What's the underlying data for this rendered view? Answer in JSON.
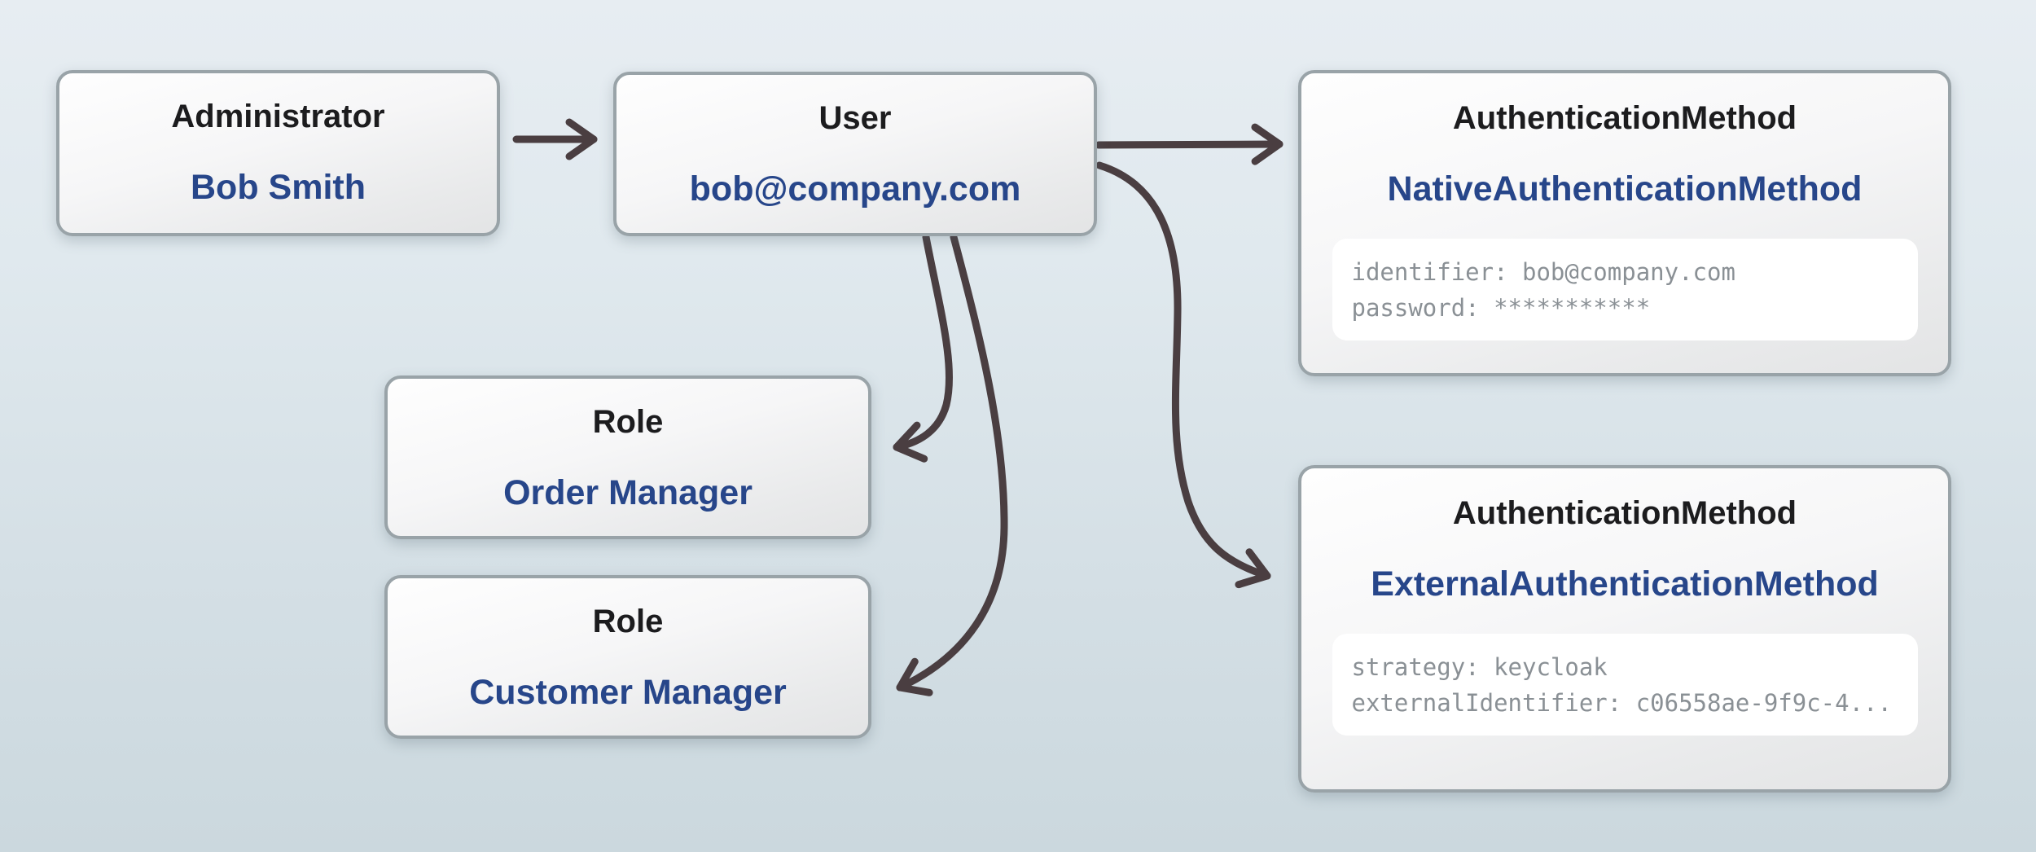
{
  "colors": {
    "background_top": "#e7edf2",
    "background_bottom": "#cbd8de",
    "node_border": "#99a3a8",
    "node_fill_top": "#fefefe",
    "node_fill_bottom": "#e3e4e5",
    "title_text": "#1c1c1e",
    "value_text": "#27468a",
    "attr_text": "#8a9095",
    "attr_panel": "#ffffff",
    "arrow": "#4a3e41"
  },
  "nodes": {
    "administrator": {
      "title": "Administrator",
      "value": "Bob Smith"
    },
    "user": {
      "title": "User",
      "value": "bob@company.com"
    },
    "role_order": {
      "title": "Role",
      "value": "Order Manager"
    },
    "role_customer": {
      "title": "Role",
      "value": "Customer Manager"
    },
    "native_auth": {
      "title": "AuthenticationMethod",
      "value": "NativeAuthenticationMethod",
      "attributes": [
        "identifier: bob@company.com",
        "password: ***********"
      ]
    },
    "external_auth": {
      "title": "AuthenticationMethod",
      "value": "ExternalAuthenticationMethod",
      "attributes": [
        "strategy: keycloak",
        "externalIdentifier: c06558ae-9f9c-4..."
      ]
    }
  },
  "edges": [
    {
      "from": "administrator",
      "to": "user"
    },
    {
      "from": "user",
      "to": "native_auth"
    },
    {
      "from": "user",
      "to": "external_auth"
    },
    {
      "from": "user",
      "to": "role_order"
    },
    {
      "from": "user",
      "to": "role_customer"
    }
  ]
}
